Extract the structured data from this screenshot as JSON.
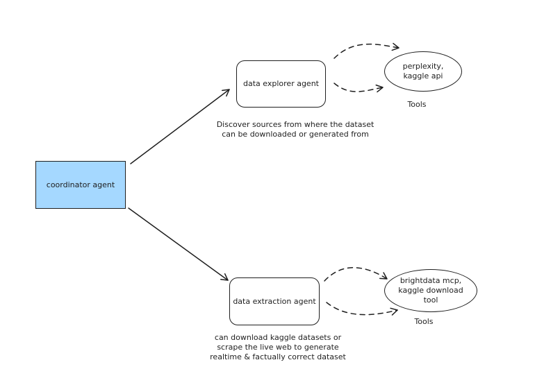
{
  "nodes": {
    "coordinator": "coordinator agent",
    "explorer": "data explorer agent",
    "extraction": "data extraction agent",
    "explorer_tools": "perplexity,\nkaggle api",
    "extraction_tools": "brightdata mcp,\nkaggle download\ntool"
  },
  "captions": {
    "explorer_tools_label": "Tools",
    "extraction_tools_label": "Tools",
    "explorer_desc": "Discover sources from where the dataset\ncan be downloaded or generated from",
    "extraction_desc": "can download kaggle datasets or\nscrape the live web to generate\nrealtime & factually correct dataset"
  },
  "colors": {
    "coordinator_fill": "#a5d8ff",
    "stroke": "#1e1e1e"
  }
}
